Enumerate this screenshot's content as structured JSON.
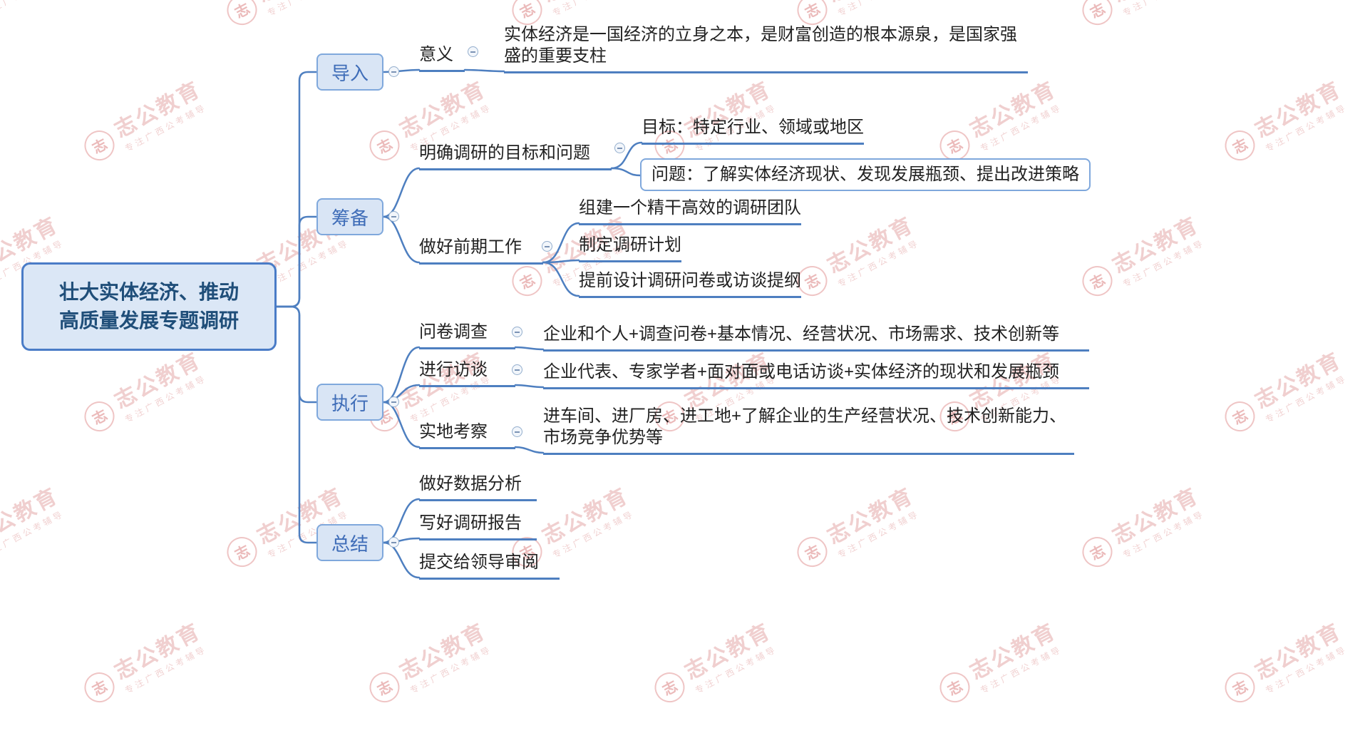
{
  "colors": {
    "line": "#4e7fc0",
    "node_fill": "#d9e5f5",
    "node_border": "#7fa8dc",
    "branch_text": "#3f6db8",
    "root_text": "#1f4e79",
    "leaf_text": "#222222",
    "watermark": "#d98c8c"
  },
  "icons": {
    "collapse": "minus-circle"
  },
  "watermark": {
    "logo_char": "志",
    "brand": "志公教育",
    "tagline": "专注广西公考辅导"
  },
  "root": {
    "lines": [
      "壮大实体经济、推动",
      "高质量发展专题调研"
    ]
  },
  "branches": {
    "daoru": {
      "label": "导入"
    },
    "choubei": {
      "label": "筹备"
    },
    "zhixing": {
      "label": "执行"
    },
    "zongjie": {
      "label": "总结"
    }
  },
  "nodes": {
    "yiyi": {
      "label": "意义"
    },
    "yiyi_detail": {
      "label": "实体经济是一国经济的立身之本，是财富创造的根本源泉，是国家强盛的重要支柱"
    },
    "mingque": {
      "label": "明确调研的目标和问题"
    },
    "mubiao": {
      "label": "目标：特定行业、领域或地区"
    },
    "wenti": {
      "label": "问题：了解实体经济现状、发现发展瓶颈、提出改进策略"
    },
    "qianqi": {
      "label": "做好前期工作"
    },
    "zujian": {
      "label": "组建一个精干高效的调研团队"
    },
    "zhiding": {
      "label": "制定调研计划"
    },
    "tiqian": {
      "label": "提前设计调研问卷或访谈提纲"
    },
    "wenjuan": {
      "label": "问卷调查"
    },
    "wenjuan_detail": {
      "label": "企业和个人+调查问卷+基本情况、经营状况、市场需求、技术创新等"
    },
    "fangtan": {
      "label": "进行访谈"
    },
    "fangtan_detail": {
      "label": "企业代表、专家学者+面对面或电话访谈+实体经济的现状和发展瓶颈"
    },
    "shidi": {
      "label": "实地考察"
    },
    "shidi_detail": {
      "label": "进车间、进厂房、进工地+了解企业的生产经营状况、技术创新能力、市场竞争优势等"
    },
    "shuju": {
      "label": "做好数据分析"
    },
    "baogao": {
      "label": "写好调研报告"
    },
    "tijiao": {
      "label": "提交给领导审阅"
    }
  }
}
